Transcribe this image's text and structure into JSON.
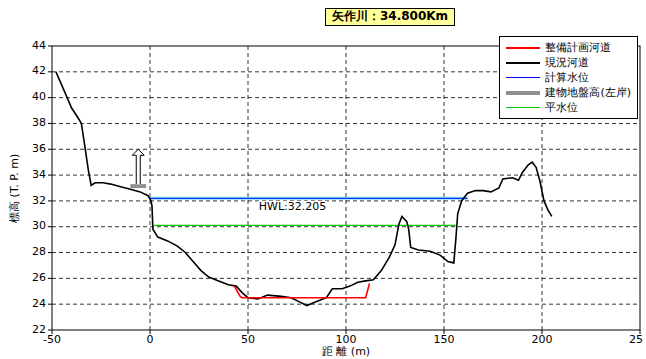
{
  "diagram": {
    "title": "矢作川：34.800Km",
    "labels": [
      "44",
      "42",
      "40",
      "38",
      "36",
      "34",
      "32",
      "30",
      "28",
      "26",
      "24",
      "22",
      "-50",
      "0",
      "50",
      "100",
      "150",
      "200",
      "25",
      "標高 (T. P. m)",
      "距 離 (m)",
      "HWL:32.205"
    ],
    "legend": [
      {
        "text": "整備計画河道"
      },
      {
        "text": "現況河道"
      },
      {
        "text": "計算水位"
      },
      {
        "text": "建物地盤高(左岸)"
      },
      {
        "text": "平水位"
      }
    ]
  }
}
